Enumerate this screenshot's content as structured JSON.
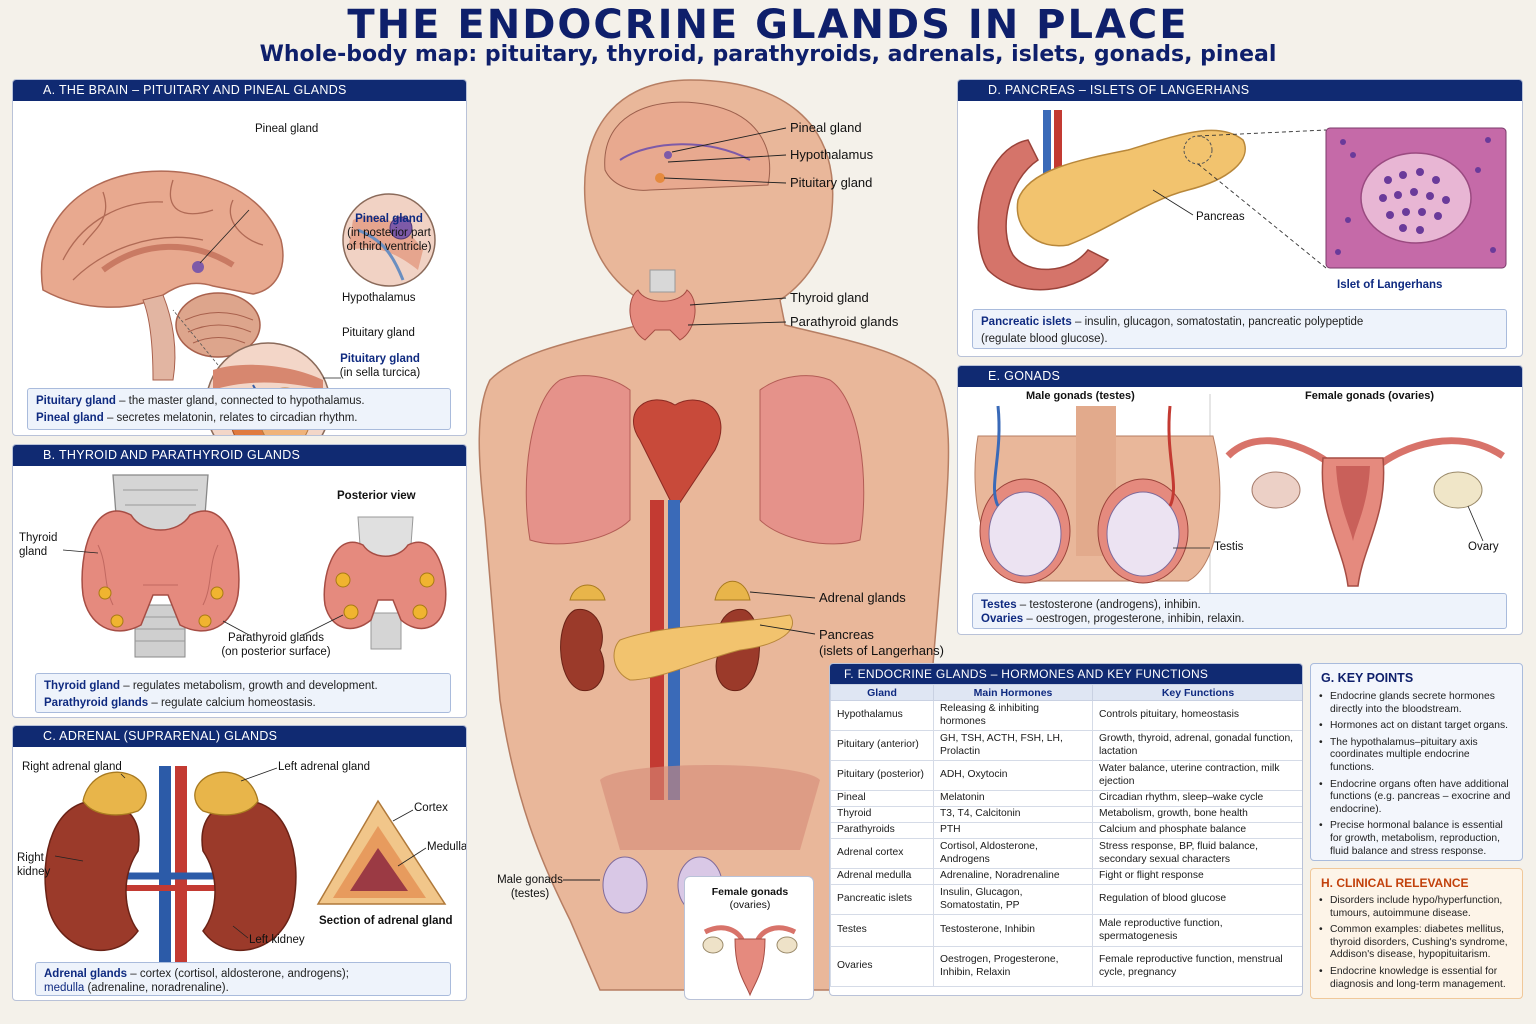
{
  "title": "THE ENDOCRINE GLANDS IN PLACE",
  "subtitle": "Whole-body map: pituitary, thyroid, parathyroids, adrenals, islets, gonads, pineal",
  "panelA": {
    "heading": "A.  THE BRAIN – PITUITARY AND PINEAL GLANDS",
    "label_pineal": "Pineal gland",
    "pineal_caption_title": "Pineal gland",
    "pineal_caption_1": "(in posterior part",
    "pineal_caption_2": "of third ventricle)",
    "label_hypothalamus": "Hypothalamus",
    "label_pituitary": "Pituitary gland",
    "pit_caption_title": "Pituitary gland",
    "pit_caption_1": "(in sella turcica)",
    "note1_term": "Pituitary gland",
    "note1_text": " – the master gland, connected to hypothalamus.",
    "note2_term": "Pineal gland",
    "note2_text": " – secretes melatonin, relates to circadian rhythm."
  },
  "panelB": {
    "heading": "B.  THYROID AND PARATHYROID GLANDS",
    "label_thyroid_1": "Thyroid",
    "label_thyroid_2": "gland",
    "posterior_view": "Posterior view",
    "label_parathyroid_1": "Parathyroid glands",
    "label_parathyroid_2": "(on posterior surface)",
    "note1_term": "Thyroid gland",
    "note1_text": " – regulates metabolism, growth and development.",
    "note2_term": "Parathyroid glands",
    "note2_text": " – regulate calcium homeostasis."
  },
  "panelC": {
    "heading": "C.  ADRENAL (SUPRARENAL) GLANDS",
    "label_right_adrenal": "Right adrenal gland",
    "label_left_adrenal": "Left adrenal gland",
    "label_right_kidney_1": "Right",
    "label_right_kidney_2": "kidney",
    "label_left_kidney": "Left kidney",
    "label_cortex": "Cortex",
    "label_medulla": "Medulla",
    "section_caption": "Section of adrenal gland",
    "note_term1": "Adrenal glands",
    "note_text1": " – cortex (cortisol, aldosterone, androgens);",
    "note_term2": "medulla",
    "note_text2": " (adrenaline, noradrenaline)."
  },
  "body": {
    "pineal": "Pineal gland",
    "hypothalamus": "Hypothalamus",
    "pituitary": "Pituitary gland",
    "thyroid": "Thyroid gland",
    "parathyroid": "Parathyroid glands",
    "adrenal": "Adrenal glands",
    "pancreas_1": "Pancreas",
    "pancreas_2": "(islets of Langerhans)",
    "male_gonads_1": "Male gonads",
    "male_gonads_2": "(testes)",
    "female_gonads_1": "Female gonads",
    "female_gonads_2": "(ovaries)"
  },
  "panelD": {
    "heading": "D.  PANCREAS – ISLETS OF LANGERHANS",
    "label_pancreas": "Pancreas",
    "label_islet": "Islet of Langerhans",
    "note_term": "Pancreatic islets",
    "note_text1": " – insulin, glucagon, somatostatin, pancreatic polypeptide",
    "note_text2": "(regulate blood glucose)."
  },
  "panelE": {
    "heading": "E.  GONADS",
    "male_title": "Male gonads (testes)",
    "female_title": "Female gonads (ovaries)",
    "label_testis": "Testis",
    "label_ovary": "Ovary",
    "note1_term": "Testes",
    "note1_text": " – testosterone (androgens), inhibin.",
    "note2_term": "Ovaries",
    "note2_text": " – oestrogen, progesterone, inhibin, relaxin."
  },
  "panelF": {
    "heading": "F.  ENDOCRINE GLANDS – HORMONES AND KEY FUNCTIONS",
    "columns": [
      "Gland",
      "Main Hormones",
      "Key Functions"
    ],
    "rows": [
      {
        "gland": "Hypothalamus",
        "hormones": "Releasing & inhibiting hormones",
        "functions": "Controls pituitary, homeostasis"
      },
      {
        "gland": "Pituitary (anterior)",
        "hormones": "GH, TSH, ACTH, FSH, LH, Prolactin",
        "functions": "Growth, thyroid, adrenal, gonadal function, lactation"
      },
      {
        "gland": "Pituitary (posterior)",
        "hormones": "ADH, Oxytocin",
        "functions": "Water balance, uterine contraction, milk ejection"
      },
      {
        "gland": "Pineal",
        "hormones": "Melatonin",
        "functions": "Circadian rhythm, sleep–wake cycle"
      },
      {
        "gland": "Thyroid",
        "hormones": "T3, T4, Calcitonin",
        "functions": "Metabolism, growth, bone health"
      },
      {
        "gland": "Parathyroids",
        "hormones": "PTH",
        "functions": "Calcium and phosphate balance"
      },
      {
        "gland": "Adrenal cortex",
        "hormones": "Cortisol, Aldosterone, Androgens",
        "functions": "Stress response, BP, fluid balance, secondary sexual characters"
      },
      {
        "gland": "Adrenal medulla",
        "hormones": "Adrenaline, Noradrenaline",
        "functions": "Fight or flight response"
      },
      {
        "gland": "Pancreatic islets",
        "hormones": "Insulin, Glucagon, Somatostatin, PP",
        "functions": "Regulation of blood glucose"
      },
      {
        "gland": "Testes",
        "hormones": "Testosterone, Inhibin",
        "functions": "Male reproductive function, spermatogenesis"
      },
      {
        "gland": "Ovaries",
        "hormones": "Oestrogen, Progesterone, Inhibin, Relaxin",
        "functions": "Female reproductive function, menstrual cycle, pregnancy"
      }
    ]
  },
  "panelG": {
    "heading": "G.  KEY POINTS",
    "items": [
      "Endocrine glands secrete hormones directly into the bloodstream.",
      "Hormones act on distant target organs.",
      "The hypothalamus–pituitary axis coordinates multiple endocrine functions.",
      "Endocrine organs often have additional functions (e.g. pancreas – exocrine and endocrine).",
      "Precise hormonal balance is essential for growth, metabolism, reproduction, fluid balance and stress response."
    ]
  },
  "panelH": {
    "heading": "H.  CLINICAL RELEVANCE",
    "items": [
      "Disorders include hypo/hyperfunction, tumours, autoimmune disease.",
      "Common examples: diabetes mellitus, thyroid disorders, Cushing's syndrome, Addison's disease, hypopituitarism.",
      "Endocrine knowledge is essential for diagnosis and long-term management."
    ]
  },
  "colors": {
    "navy": "#102a72",
    "note_bg": "#eef3fb",
    "clinical_orange": "#c2410c",
    "gland_yellow": "#e8b54a",
    "kidney_red": "#9b3a2a",
    "skin": "#e9b79a"
  }
}
